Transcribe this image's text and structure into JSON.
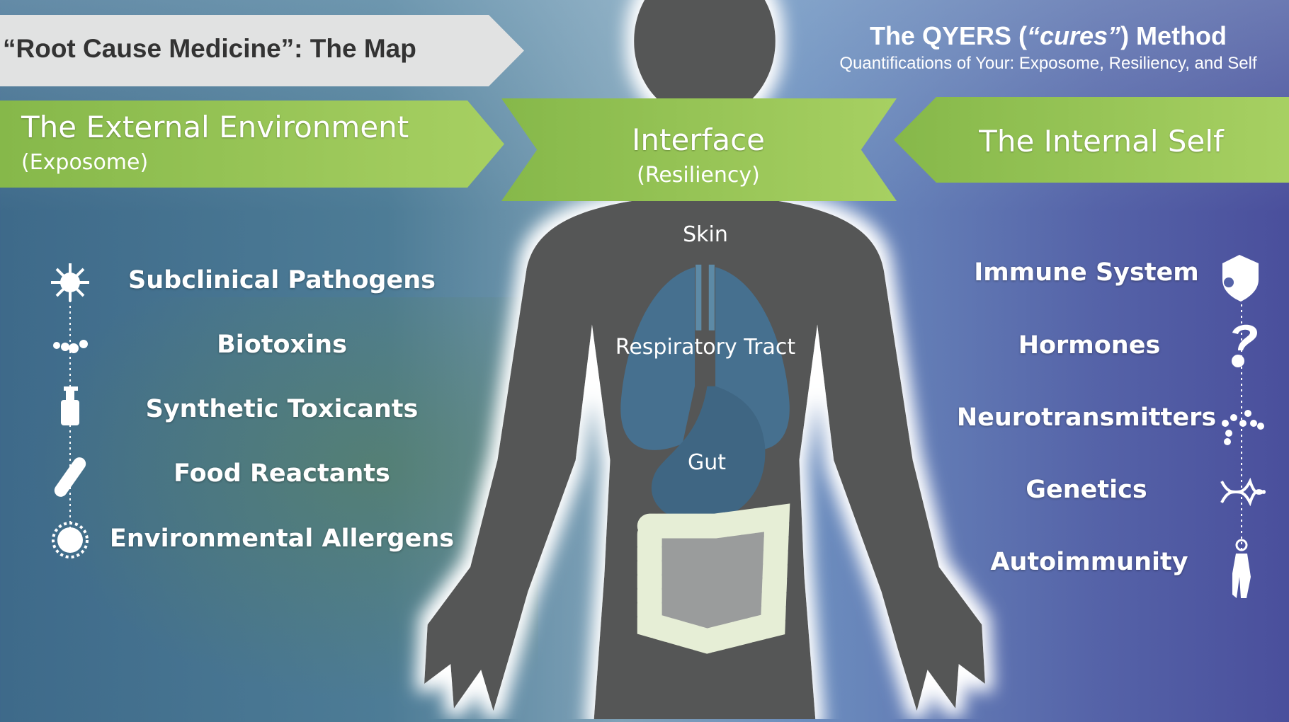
{
  "title": "“Root Cause Medicine”: The Map",
  "method": {
    "title_prefix": "The QYERS (",
    "title_italic": "“cures”",
    "title_suffix": ") Method",
    "subtitle": "Quantifications of Your: Exposome, Resiliency, and Self"
  },
  "banners": {
    "external": {
      "title": "The External Environment",
      "subtitle": "(Exposome)"
    },
    "interface": {
      "title": "Interface",
      "subtitle": "(Resiliency)"
    },
    "internal": {
      "title": "The Internal Self"
    }
  },
  "body_labels": [
    "Skin",
    "Respiratory Tract",
    "Gut"
  ],
  "external_items": [
    {
      "label": "Subclinical Pathogens",
      "icon": "pathogen-icon"
    },
    {
      "label": "Biotoxins",
      "icon": "molecule-icon"
    },
    {
      "label": "Synthetic Toxicants",
      "icon": "spray-bottle-icon"
    },
    {
      "label": "Food Reactants",
      "icon": "bread-icon"
    },
    {
      "label": "Environmental Allergens",
      "icon": "pollen-icon"
    }
  ],
  "internal_items": [
    {
      "label": "Immune System",
      "icon": "shield-icon"
    },
    {
      "label": "Hormones",
      "icon": "hormone-icon"
    },
    {
      "label": "Neurotransmitters",
      "icon": "neurotransmitter-icon"
    },
    {
      "label": "Genetics",
      "icon": "dna-icon"
    },
    {
      "label": "Autoimmunity",
      "icon": "person-icon"
    }
  ],
  "colors": {
    "banner_green": "#96c456",
    "body": "#545656",
    "organ": "#46708f",
    "intestine": "#e6eed6"
  }
}
